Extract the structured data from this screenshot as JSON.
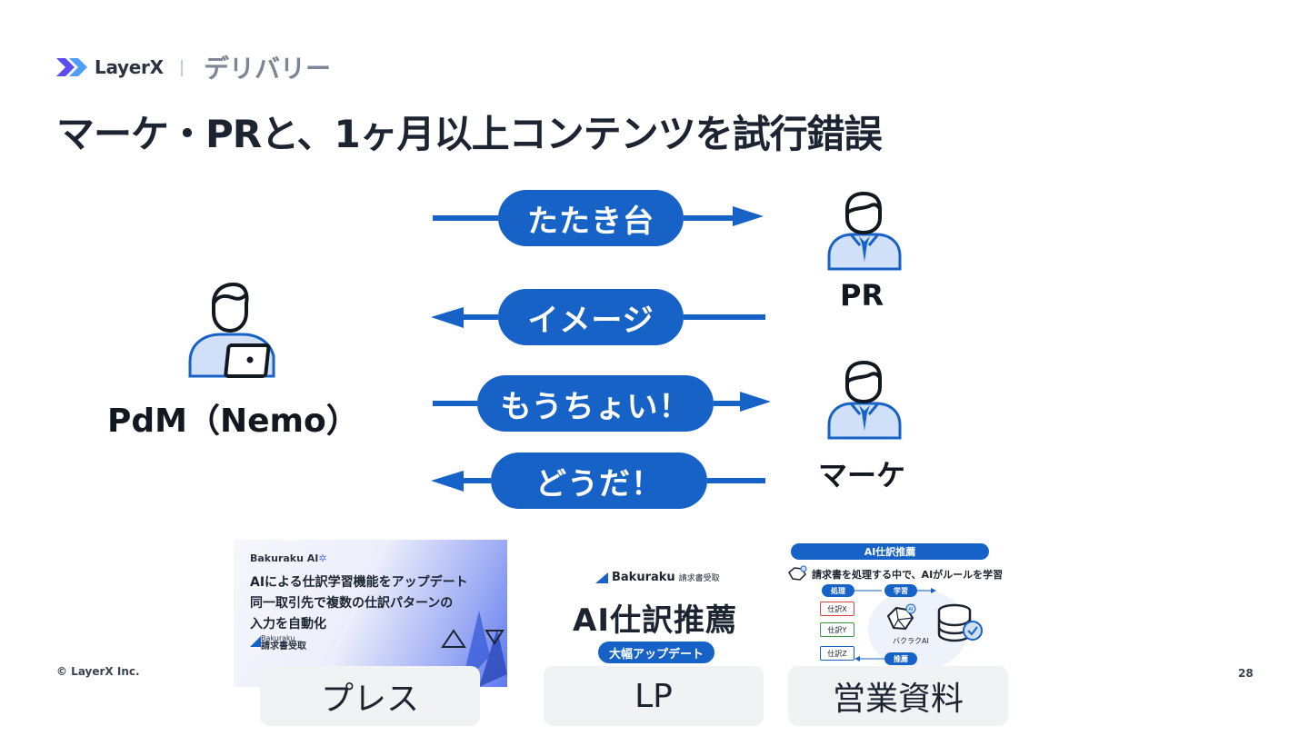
{
  "header": {
    "logo_text": "LayerX",
    "section": "デリバリー",
    "title": "マーケ・PRと、1ヶ月以上コンテンツを試行錯誤"
  },
  "persons": {
    "pdm": "PdM（Nemo）",
    "pr": "PR",
    "marketing": "マーケ"
  },
  "exchanges": [
    {
      "label": "たたき台",
      "direction": "to-right"
    },
    {
      "label": "イメージ",
      "direction": "to-left"
    },
    {
      "label": "もうちょい！",
      "direction": "to-right"
    },
    {
      "label": "どうだ！",
      "direction": "to-left"
    }
  ],
  "cards": [
    {
      "label": "プレス",
      "thumb": {
        "brand": "Bakuraku AI",
        "lines": [
          "AIによる仕訳学習機能をアップデート",
          "同一取引先で複数の仕訳パターンの",
          "入力を自動化"
        ],
        "footer_brand": "Bakuraku",
        "footer_product": "請求書受取"
      }
    },
    {
      "label": "LP",
      "thumb": {
        "brand": "Bakuraku",
        "product": "請求書受取",
        "title": "AI仕訳推薦",
        "badge": "大幅アップデート"
      }
    },
    {
      "label": "営業資料",
      "thumb": {
        "header": "AI仕訳推薦",
        "subtitle": "請求書を処理する中で、AIがルールを学習",
        "process": "処理",
        "learn": "学習",
        "recommend": "推薦",
        "items": [
          "仕訳X",
          "仕訳Y",
          "仕訳Z"
        ],
        "ai_name": "バクラクAI",
        "ai_badge": "AI"
      }
    }
  ],
  "footer": {
    "copyright": "© LayerX Inc.",
    "page": "28"
  },
  "colors": {
    "accent": "#1762c6",
    "person_fill": "#cfe0f8",
    "person_stroke": "#1762c6"
  }
}
